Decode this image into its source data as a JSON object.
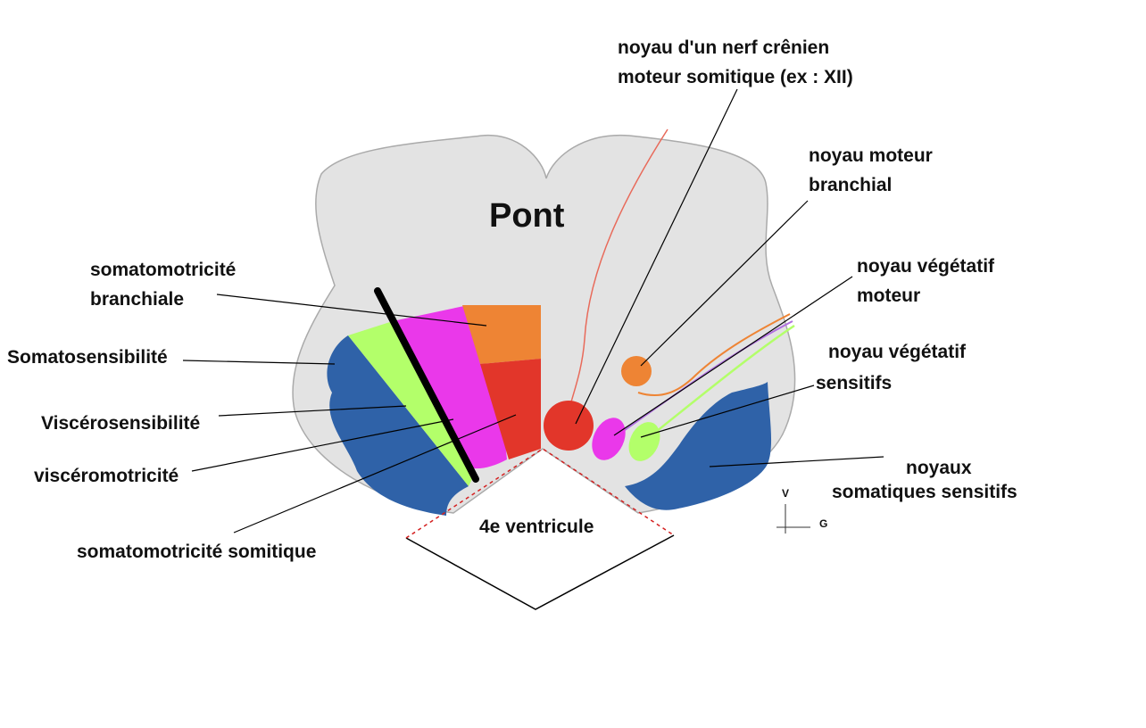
{
  "diagram": {
    "title": "Pont",
    "ventricle_label": "4e ventricule",
    "labels": {
      "somatomotricite_branchiale": [
        "somatomotricité",
        "branchiale"
      ],
      "somatosensibilite": "Somatosensibilité",
      "viscerosensibilite": "Viscérosensibilité",
      "visceromotricite": "viscéromotricité",
      "somatomotricite_somitique": "somatomotricité somitique",
      "noyau_nerf_cranien": [
        "noyau d'un nerf crênien",
        "moteur somitique (ex : XII)"
      ],
      "noyau_moteur_branchial": [
        "noyau moteur",
        "branchial"
      ],
      "noyau_vegetatif_moteur": [
        "noyau végétatif",
        "moteur"
      ],
      "noyau_vegetatif_sensitifs": [
        "noyau végétatif",
        "sensitifs"
      ],
      "noyaux_somatiques_sensitifs": [
        "noyaux",
        "somatiques sensitifs"
      ]
    },
    "orientation": {
      "ventral": "V",
      "left": "G"
    }
  },
  "colors": {
    "pons_fill": "#e3e3e3",
    "somatosensory": "#2f62a8",
    "viscerosensory": "#b3ff6a",
    "visceromotor": "#ea38ea",
    "branchial_motor": "#ee8434",
    "somitic_motor": "#e2362a",
    "cranial_fiber": "#e86a5a"
  }
}
